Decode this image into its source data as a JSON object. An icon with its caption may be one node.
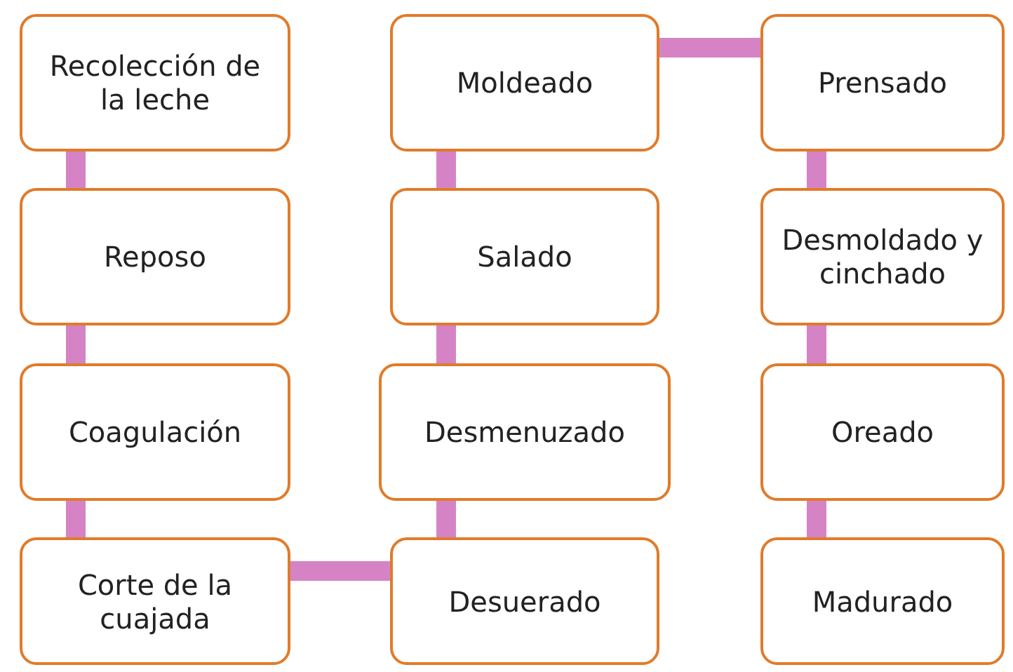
{
  "diagram": {
    "nodes": [
      {
        "text": [
          "Recolección de la leche"
        ]
      },
      {
        "text": [
          "Reposo"
        ]
      },
      {
        "text": [
          "Coagulación"
        ]
      },
      {
        "text": [
          "Corte de la cuajada"
        ]
      },
      {
        "text": [
          "Desuerado"
        ]
      },
      {
        "text": [
          "Desmenuzado"
        ]
      },
      {
        "text": [
          "Salado"
        ]
      },
      {
        "text": [
          "Moldeado"
        ]
      },
      {
        "text": [
          "Prensado"
        ]
      },
      {
        "text": [
          "Desmoldado y cinchado"
        ]
      },
      {
        "text": [
          "Oreado"
        ]
      },
      {
        "text": [
          "Madurado"
        ]
      }
    ],
    "edges": [
      {
        "from": 0,
        "to": 1,
        "arrow": "none"
      },
      {
        "from": 1,
        "to": 2,
        "arrow": "none"
      },
      {
        "from": 2,
        "to": 3,
        "arrow": "none"
      },
      {
        "from": 3,
        "to": 4,
        "arrow": "none"
      },
      {
        "from": 4,
        "to": 5,
        "arrow": "none"
      },
      {
        "from": 5,
        "to": 6,
        "arrow": "none"
      },
      {
        "from": 6,
        "to": 7,
        "arrow": "none"
      },
      {
        "from": 7,
        "to": 8,
        "arrow": "none"
      },
      {
        "from": 8,
        "to": 9,
        "arrow": "none"
      },
      {
        "from": 9,
        "to": 10,
        "arrow": "none"
      },
      {
        "from": 10,
        "to": 11,
        "arrow": "none"
      }
    ]
  }
}
